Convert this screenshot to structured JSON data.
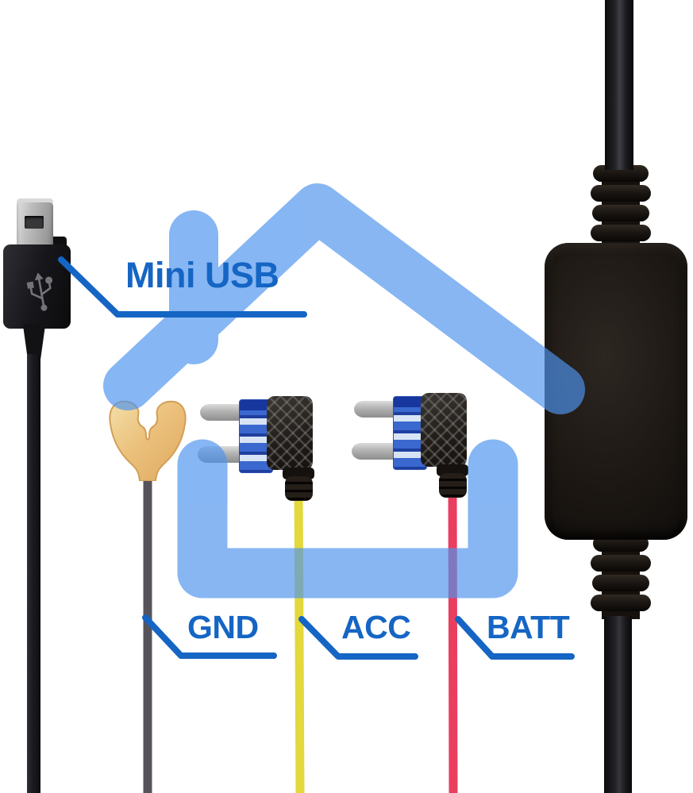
{
  "labels": {
    "mini_usb": "Mini USB",
    "gnd": "GND",
    "acc": "ACC",
    "batt": "BATT"
  },
  "colors": {
    "label_blue": "#1565C4",
    "watermark_blue": "#4E94EE",
    "wire_gnd": "#57535B",
    "wire_acc": "#E3D83C",
    "wire_batt": "#EA3E5F",
    "terminal_gold": "#EBC17C",
    "terminal_gold_light": "#F4DFA8",
    "fuse_blue": "#3B68CF",
    "fuse_blue_dark": "#1E3F9F",
    "fuse_blue_pale": "#D7E4F6",
    "cable_black": "#141416"
  },
  "watermark": {
    "opacity": 0.68
  }
}
